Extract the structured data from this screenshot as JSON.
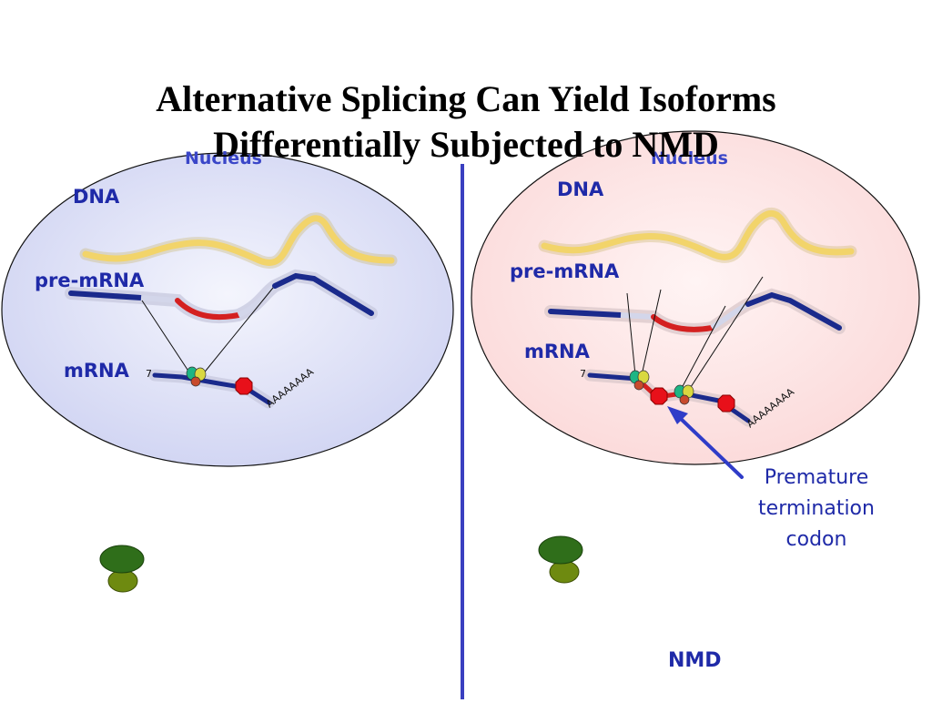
{
  "title": {
    "line1": "Alternative Splicing Can Yield Isoforms",
    "line2": "Differentially Subjected to NMD"
  },
  "left_panel": {
    "nucleus_label": "Nucleus",
    "dna_label": "DNA",
    "pre_mrna_label": "pre-mRNA",
    "mrna_label": "mRNA",
    "cap_text": "7",
    "polya_text": "AAAAAAAA"
  },
  "right_panel": {
    "nucleus_label": "Nucleus",
    "dna_label": "DNA",
    "pre_mrna_label": "pre-mRNA",
    "mrna_label": "mRNA",
    "cap_text": "7",
    "polya_text": "AAAAAAAA",
    "ptc_annotation": {
      "line1": "Premature",
      "line2": "termination",
      "line3": "codon"
    },
    "nmd_label": "NMD"
  },
  "colors": {
    "left_nucleus": "#d9dcf6",
    "right_nucleus": "#fde3e3",
    "dna": "#f2d46a",
    "exon": "#1a2a8c",
    "alt_exon": "#d42020",
    "intron": "#d3d6ea",
    "stop_codon": "#e8101a",
    "divider": "#3a3fc0",
    "ribosome_large": "#2f6e1a",
    "ribosome_small": "#6e8a10"
  },
  "icons": {
    "stop_codon": "octagon-icon",
    "exon_junction_complex": "ejc-icon",
    "ribosome": "ribosome-icon"
  }
}
